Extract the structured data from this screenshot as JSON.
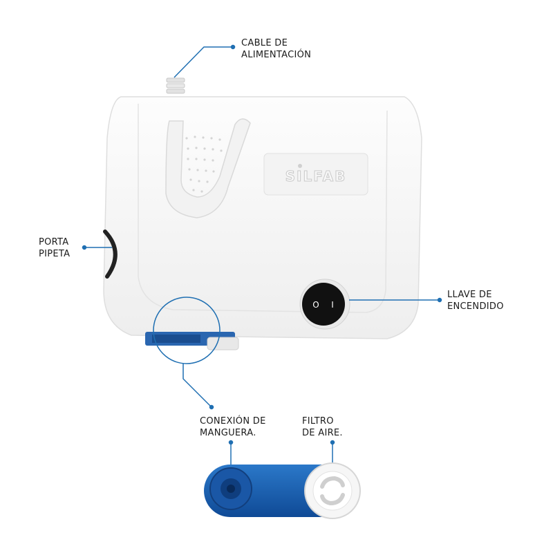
{
  "brand": {
    "logo_text": "SILFAB"
  },
  "callouts": {
    "cable": "CABLE DE\nALIMENTACIÓN",
    "porta": "PORTA\nPIPETA",
    "llave": "LLAVE DE\nENCENDIDO",
    "conexion": "CONEXIÓN DE\nMANGUERA.",
    "filtro": "FILTRO\nDE AIRE."
  },
  "switch": {
    "on_symbol": "I",
    "off_symbol": "O"
  },
  "colors": {
    "accent": "#1f6fb2",
    "blue_part": "#1d5fb0",
    "body": "#f7f7f7"
  }
}
